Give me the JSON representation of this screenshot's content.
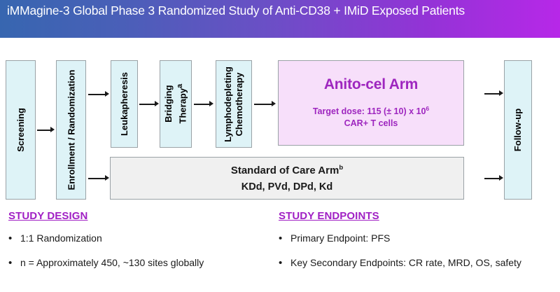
{
  "slide": {
    "title": "iMMagine-3 Global Phase 3 Randomized Study of Anti-CD38 + IMiD Exposed Patients"
  },
  "colors": {
    "title_gradient_start": "#3766b0",
    "title_gradient_end": "#b728e8",
    "box_blue_fill": "#def3f7",
    "box_pink_fill": "#f7dffa",
    "box_gray_fill": "#f0f0f0",
    "box_border": "#9aa2a6",
    "accent_purple": "#9e26bf",
    "heading_purple": "#a01fc4"
  },
  "flow": {
    "screening": {
      "label": "Screening"
    },
    "enrollment": {
      "label": "Enrollment / Randomization"
    },
    "leukapheresis": {
      "label": "Leukapheresis"
    },
    "bridging": {
      "line1": "Bridging",
      "line2": "Therapy",
      "superscript": "a"
    },
    "lymphodepleting": {
      "line1": "Lymphodepleting",
      "line2": "Chemotherapy"
    },
    "anito_arm": {
      "title": "Anito-cel Arm",
      "dose_prefix": "Target dose: 115 (± 10) x 10",
      "dose_exponent": "6",
      "dose_line2": "CAR+ T cells"
    },
    "soc_arm": {
      "title": "Standard of Care Arm",
      "superscript": "b",
      "regimens": "KDd, PVd, DPd, Kd"
    },
    "followup": {
      "label": "Follow-up"
    }
  },
  "bottom": {
    "study_design": {
      "heading": "STUDY DESIGN",
      "bullet_char": "•",
      "items": [
        "1:1 Randomization",
        "n = Approximately 450, ~130 sites globally"
      ]
    },
    "study_endpoints": {
      "heading": "STUDY ENDPOINTS",
      "bullet_char": "•",
      "items": [
        "Primary Endpoint: PFS",
        "Key Secondary Endpoints: CR rate, MRD, OS, safety"
      ]
    }
  }
}
